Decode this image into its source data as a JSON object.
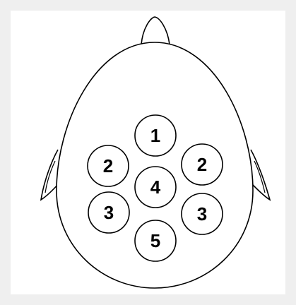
{
  "diagram": {
    "points": [
      {
        "id": "top",
        "label": "1"
      },
      {
        "id": "left-upper",
        "label": "2"
      },
      {
        "id": "right-upper",
        "label": "2"
      },
      {
        "id": "center",
        "label": "4"
      },
      {
        "id": "left-lower",
        "label": "3"
      },
      {
        "id": "right-lower",
        "label": "3"
      },
      {
        "id": "bottom",
        "label": "5"
      }
    ]
  },
  "colors": {
    "background": "#efefef",
    "panel": "#ffffff",
    "stroke": "#000000"
  }
}
